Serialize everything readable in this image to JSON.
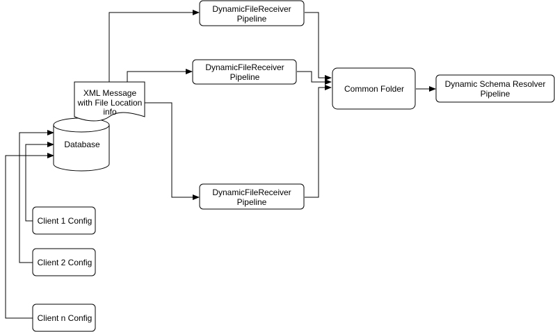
{
  "diagram": {
    "nodes": {
      "pipeline_top": {
        "line1": "DynamicFileReceiver",
        "line2": "Pipeline"
      },
      "pipeline_mid": {
        "line1": "DynamicFileReceiver",
        "line2": "Pipeline"
      },
      "pipeline_bottom": {
        "line1": "DynamicFileReceiver",
        "line2": "Pipeline"
      },
      "common_folder": {
        "label": "Common Folder"
      },
      "schema_resolver": {
        "line1": "Dynamic Schema Resolver",
        "line2": "Pipeline"
      },
      "xml_message": {
        "line1": "XML Message",
        "line2": "with File Location",
        "line3": "info"
      },
      "database": {
        "label": "Database"
      },
      "client1": {
        "label": "Client 1 Config"
      },
      "client2": {
        "label": "Client 2 Config"
      },
      "clientn": {
        "label": "Client n Config"
      }
    },
    "colors": {
      "stroke": "#000000",
      "fill": "#ffffff",
      "text": "#000000"
    }
  }
}
